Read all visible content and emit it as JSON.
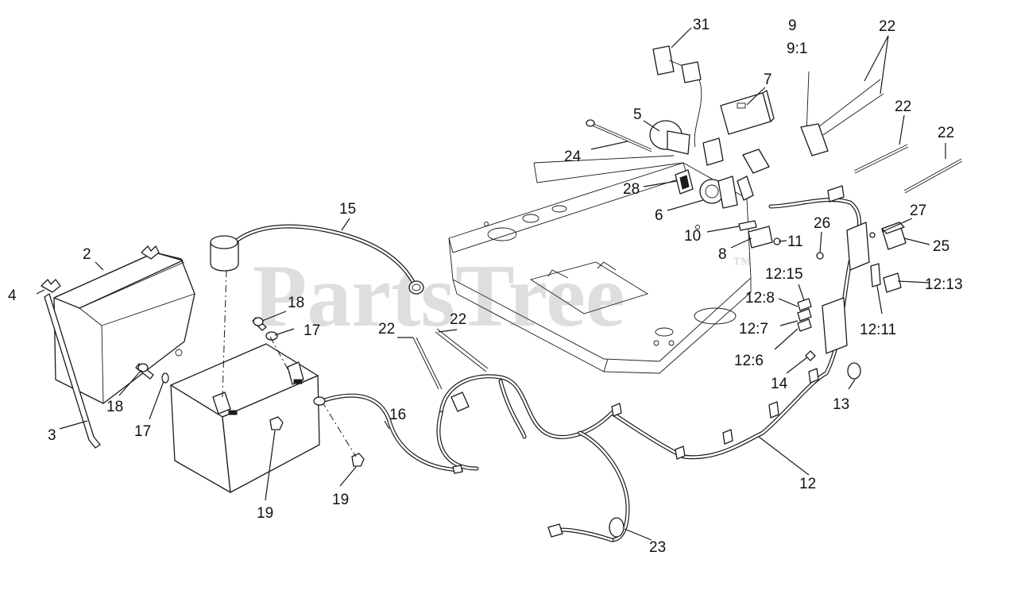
{
  "watermark": {
    "text": "PartsTree",
    "trademark": "™"
  },
  "callouts": [
    {
      "id": "c1",
      "text": "31"
    },
    {
      "id": "c2",
      "text": "9"
    },
    {
      "id": "c3",
      "text": "9:1"
    },
    {
      "id": "c4",
      "text": "22"
    },
    {
      "id": "c5",
      "text": "7"
    },
    {
      "id": "c6",
      "text": "5"
    },
    {
      "id": "c7",
      "text": "22"
    },
    {
      "id": "c8",
      "text": "22"
    },
    {
      "id": "c9",
      "text": "24"
    },
    {
      "id": "c10",
      "text": "28"
    },
    {
      "id": "c11",
      "text": "6"
    },
    {
      "id": "c12",
      "text": "15"
    },
    {
      "id": "c13",
      "text": "27"
    },
    {
      "id": "c14",
      "text": "26"
    },
    {
      "id": "c15",
      "text": "25"
    },
    {
      "id": "c16",
      "text": "10"
    },
    {
      "id": "c17",
      "text": "11"
    },
    {
      "id": "c18",
      "text": "8"
    },
    {
      "id": "c19",
      "text": "2"
    },
    {
      "id": "c20",
      "text": "12:15"
    },
    {
      "id": "c21",
      "text": "12:13"
    },
    {
      "id": "c22",
      "text": "4"
    },
    {
      "id": "c23",
      "text": "18"
    },
    {
      "id": "c24",
      "text": "12:8"
    },
    {
      "id": "c25",
      "text": "17"
    },
    {
      "id": "c26",
      "text": "22"
    },
    {
      "id": "c27",
      "text": "22"
    },
    {
      "id": "c28",
      "text": "12:7"
    },
    {
      "id": "c29",
      "text": "12:11"
    },
    {
      "id": "c30",
      "text": "12:6"
    },
    {
      "id": "c31",
      "text": "14"
    },
    {
      "id": "c32",
      "text": "18"
    },
    {
      "id": "c33",
      "text": "13"
    },
    {
      "id": "c34",
      "text": "16"
    },
    {
      "id": "c35",
      "text": "3"
    },
    {
      "id": "c36",
      "text": "17"
    },
    {
      "id": "c37",
      "text": "12"
    },
    {
      "id": "c38",
      "text": "19"
    },
    {
      "id": "c39",
      "text": "19"
    },
    {
      "id": "c40",
      "text": "23"
    }
  ]
}
